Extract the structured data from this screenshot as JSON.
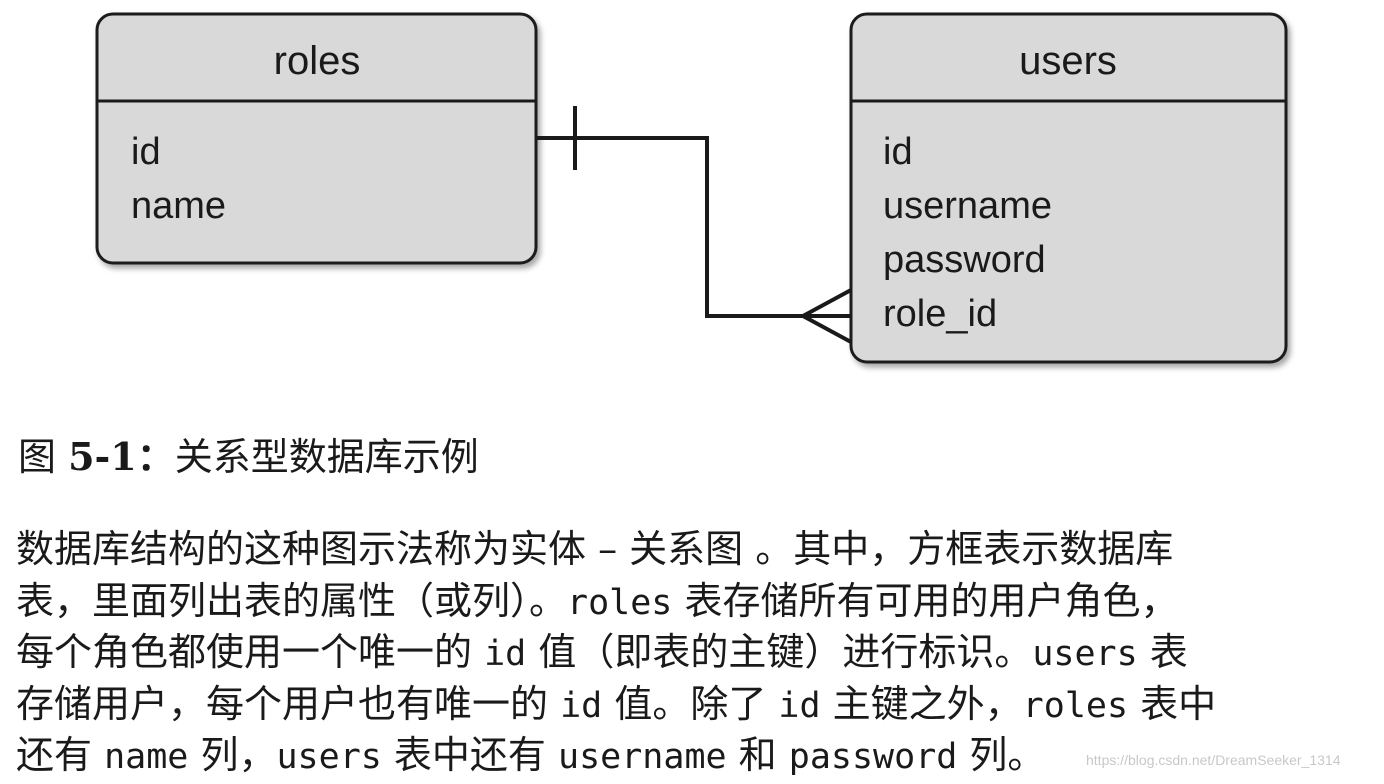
{
  "diagram": {
    "roles": {
      "title": "roles",
      "fields": [
        "id",
        "name"
      ]
    },
    "users": {
      "title": "users",
      "fields": [
        "id",
        "username",
        "password",
        "role_id"
      ]
    },
    "colors": {
      "box_fill": "#d9d9d9",
      "stroke": "#1a1a1a"
    }
  },
  "caption": {
    "prefix": "图 ",
    "number": "5-1",
    "sep": "：",
    "text": "关系型数据库示例"
  },
  "paragraph": {
    "lines": [
      [
        {
          "t": "数据库结构的这种图示法称为实体 – 关系图 。其中，方框表示数据库",
          "c": false
        }
      ],
      [
        {
          "t": "表，里面列出表的属性（或列）。",
          "c": false
        },
        {
          "t": "roles",
          "c": true
        },
        {
          "t": " 表存储所有可用的用户角色，",
          "c": false
        }
      ],
      [
        {
          "t": "每个角色都使用一个唯一的 ",
          "c": false
        },
        {
          "t": "id",
          "c": true
        },
        {
          "t": " 值（即表的主键）进行标识。",
          "c": false
        },
        {
          "t": "users",
          "c": true
        },
        {
          "t": " 表",
          "c": false
        }
      ],
      [
        {
          "t": "存储用户，每个用户也有唯一的 ",
          "c": false
        },
        {
          "t": "id",
          "c": true
        },
        {
          "t": " 值。除了 ",
          "c": false
        },
        {
          "t": "id",
          "c": true
        },
        {
          "t": " 主键之外，",
          "c": false
        },
        {
          "t": "roles",
          "c": true
        },
        {
          "t": " 表中",
          "c": false
        }
      ],
      [
        {
          "t": "还有 ",
          "c": false
        },
        {
          "t": "name",
          "c": true
        },
        {
          "t": " 列，",
          "c": false
        },
        {
          "t": "users",
          "c": true
        },
        {
          "t": " 表中还有 ",
          "c": false
        },
        {
          "t": "username",
          "c": true
        },
        {
          "t": " 和 ",
          "c": false
        },
        {
          "t": "password",
          "c": true
        },
        {
          "t": " 列。",
          "c": false
        }
      ]
    ]
  },
  "watermark": "https://blog.csdn.net/DreamSeeker_1314"
}
